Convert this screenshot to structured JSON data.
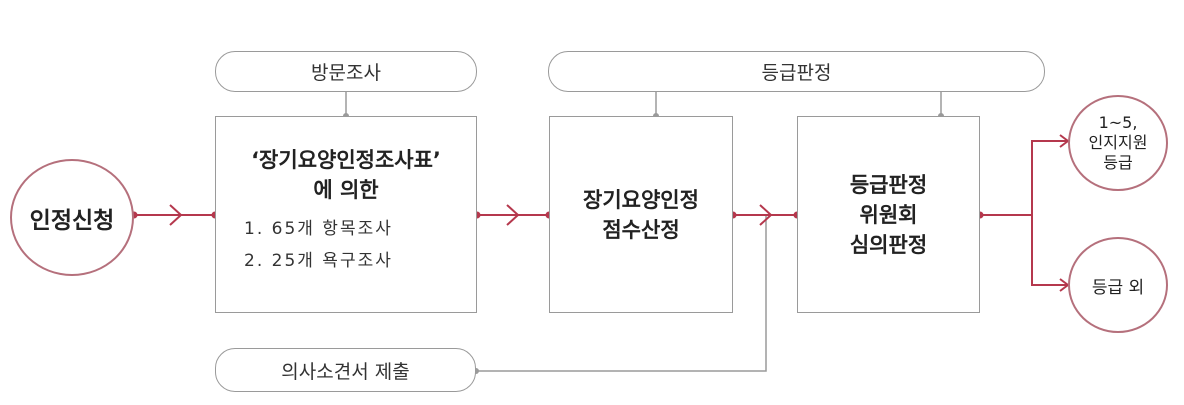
{
  "nodes": {
    "start": "인정신청",
    "visit_pill": "방문조사",
    "grade_pill": "등급판정",
    "doctor_pill": "의사소견서 제출",
    "survey_box": {
      "title_line1": "‘장기요양인정조사표’",
      "title_line2": "에 의한",
      "item1": "1. 65개 항목조사",
      "item2": "2. 25개 욕구조사"
    },
    "score_box": {
      "line1": "장기요양인정",
      "line2": "점수산정"
    },
    "committee_box": {
      "line1": "등급판정",
      "line2": "위원회",
      "line3": "심의판정"
    },
    "result_grade": {
      "line1": "1~5,",
      "line2": "인지지원",
      "line3": "등급"
    },
    "result_other": "등급 외"
  },
  "colors": {
    "flow": "#b5384d",
    "connector": "#9a9a9a",
    "circle_border": "#b5707c"
  }
}
